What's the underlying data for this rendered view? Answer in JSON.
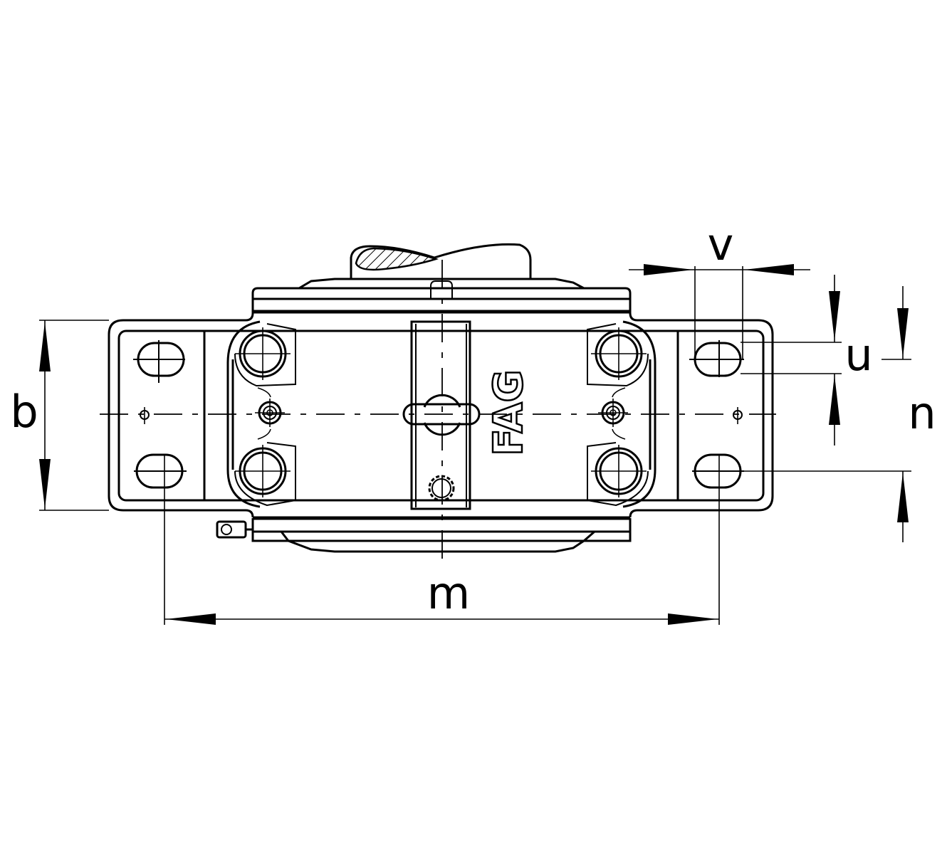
{
  "drawing": {
    "logo": "FAG",
    "dimensions": {
      "b": "b",
      "m": "m",
      "v": "v",
      "u": "u",
      "n": "n"
    },
    "colors": {
      "line": "#000000",
      "background": "#ffffff"
    }
  }
}
